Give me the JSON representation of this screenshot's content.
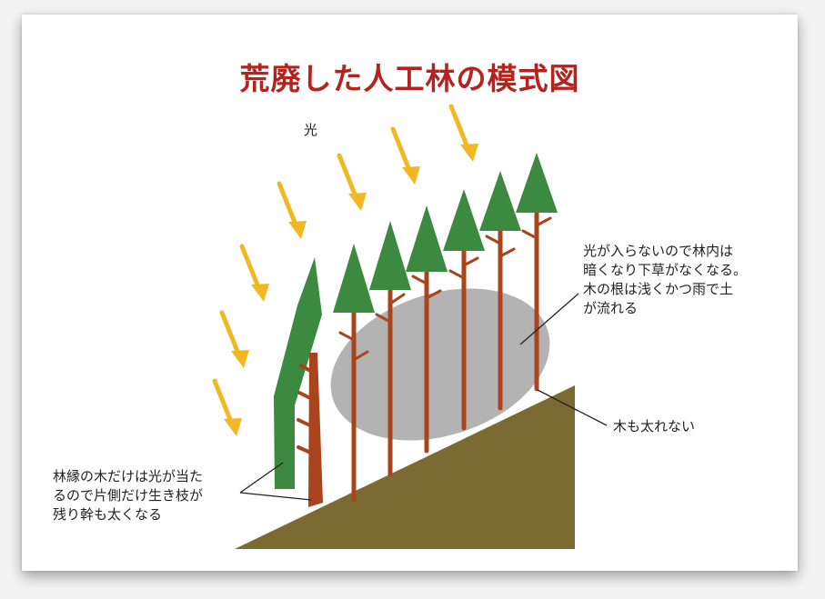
{
  "title": "荒廃した人工林の模式図",
  "labels": {
    "light": "光",
    "forest_interior": "光が入らないので林内は\n暗くなり下草がなくなる。\n木の根は浅くかつ雨で土\nが流れる",
    "thin_trunks": "木も太れない",
    "edge_trees": "林縁の木だけは光が当た\nるので片側だけ生き枝が\n残り幹も太くなる"
  },
  "colors": {
    "title": "#b5231f",
    "foliage": "#3b8a3f",
    "trunk": "#a9441d",
    "ground": "#7b6b33",
    "shade": "#a8a8a8",
    "arrow": "#f2b824"
  }
}
